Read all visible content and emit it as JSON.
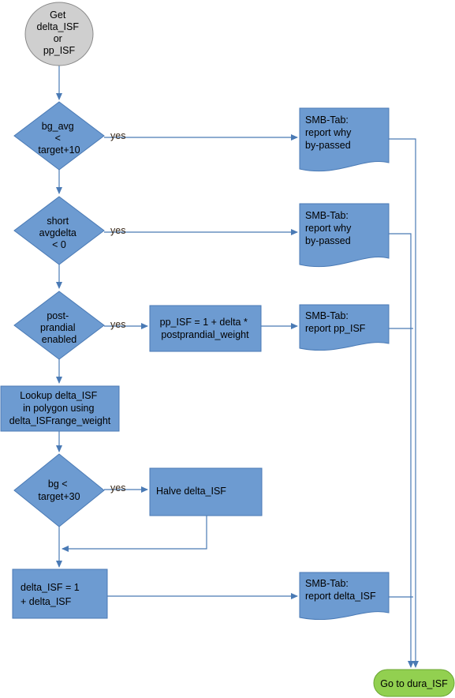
{
  "start": {
    "lines": [
      "Get",
      "delta_ISF",
      "or",
      "pp_ISF"
    ]
  },
  "decision_bg_avg": {
    "lines": [
      "bg_avg",
      "<",
      "target+10"
    ]
  },
  "decision_short_avgdelta": {
    "lines": [
      "short",
      "avgdelta",
      "< 0"
    ]
  },
  "decision_postprandial": {
    "lines": [
      "post-",
      "prandial",
      "enabled"
    ]
  },
  "decision_bg": {
    "lines": [
      "bg <",
      "target+30"
    ]
  },
  "process_pp_isf": {
    "lines": [
      "pp_ISF = 1 + delta *",
      "postprandial_weight"
    ]
  },
  "process_lookup": {
    "lines": [
      "Lookup delta_ISF",
      "in polygon using",
      "delta_ISFrange_weight"
    ]
  },
  "process_halve": {
    "lines": [
      "Halve delta_ISF"
    ]
  },
  "process_delta_isf": {
    "lines": [
      "delta_ISF = 1",
      "+ delta_ISF"
    ]
  },
  "doc_bypass_1": {
    "lines": [
      "SMB-Tab:",
      "report why",
      "by-passed"
    ]
  },
  "doc_bypass_2": {
    "lines": [
      "SMB-Tab:",
      "report why",
      "by-passed"
    ]
  },
  "doc_pp_isf": {
    "lines": [
      "SMB-Tab:",
      "report pp_ISF"
    ]
  },
  "doc_delta_isf": {
    "lines": [
      "SMB-Tab:",
      "report delta_ISF"
    ]
  },
  "end": {
    "lines": [
      "Go to dura_ISF"
    ]
  },
  "edge_labels": {
    "yes_1": "yes",
    "yes_2": "yes",
    "yes_3": "yes",
    "yes_4": "yes"
  },
  "colors": {
    "shape_fill": "#6d9bd1",
    "shape_stroke": "#4a7ab5",
    "start_fill": "#cfcfcf",
    "end_fill": "#92d050",
    "edge": "#4a7ab5"
  }
}
